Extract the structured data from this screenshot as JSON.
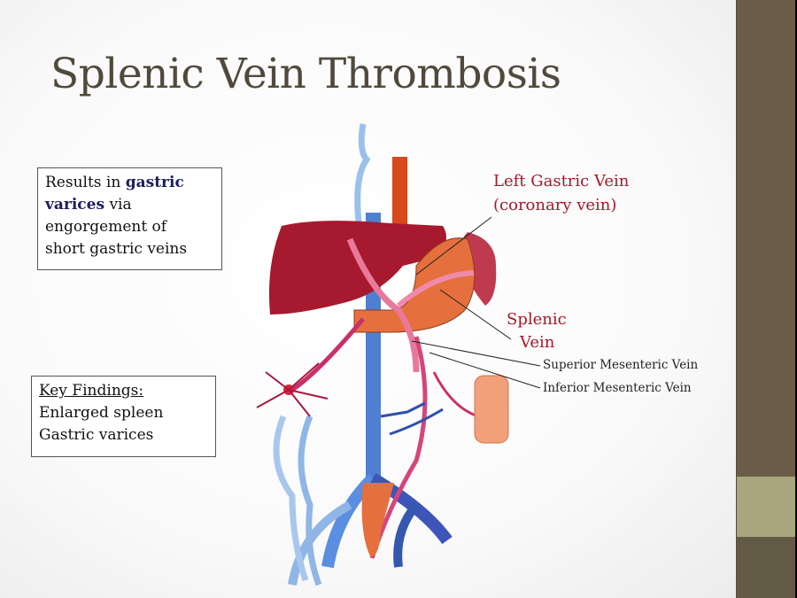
{
  "slide": {
    "title": "Splenic Vein Thrombosis",
    "box1": {
      "pre": "Results in ",
      "highlight1": "gastric",
      "highlight2": "varices",
      "post1": " via",
      "line3": "engorgement of",
      "line4": "short gastric veins"
    },
    "box2": {
      "heading": "Key Findings:",
      "items": [
        "Enlarged spleen",
        "Gastric varices"
      ]
    },
    "labels": {
      "left_gastric_1": "Left Gastric Vein",
      "left_gastric_2": "(coronary vein)",
      "splenic_1": "Splenic",
      "splenic_2": "Vein",
      "smv": "Superior Mesenteric Vein",
      "imv": "Inferior Mesenteric Vein"
    }
  },
  "colors": {
    "sidebar": "#6b5c48",
    "sidebar_accent": "#a9a57c",
    "label_red": "#a3182b",
    "highlight": "#1c1e5e"
  }
}
